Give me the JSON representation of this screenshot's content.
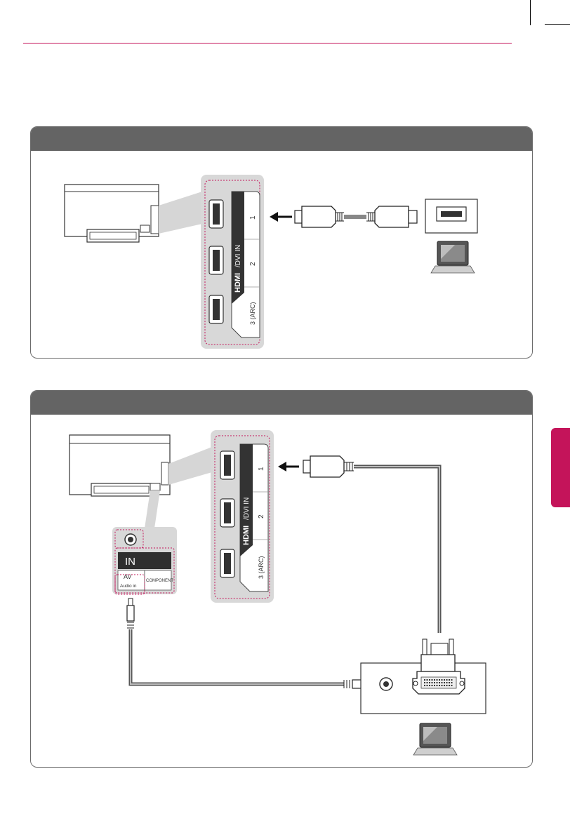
{
  "colors": {
    "accent": "#c4145a",
    "panel_bar": "#646464"
  },
  "panel1": {
    "hdmi_logo": "HDMI",
    "port_group_label": "/DVI IN",
    "port_numbers": [
      "1",
      "2",
      "3 (ARC)"
    ]
  },
  "panel2": {
    "hdmi_logo": "HDMI",
    "port_group_label": "/DVI IN",
    "port_numbers": [
      "1",
      "2",
      "3 (ARC)"
    ],
    "jack_panel": {
      "in_label": "IN",
      "av_label": "AV",
      "audio_in_label": "Audio in",
      "component_label": "COMPONENT"
    }
  }
}
